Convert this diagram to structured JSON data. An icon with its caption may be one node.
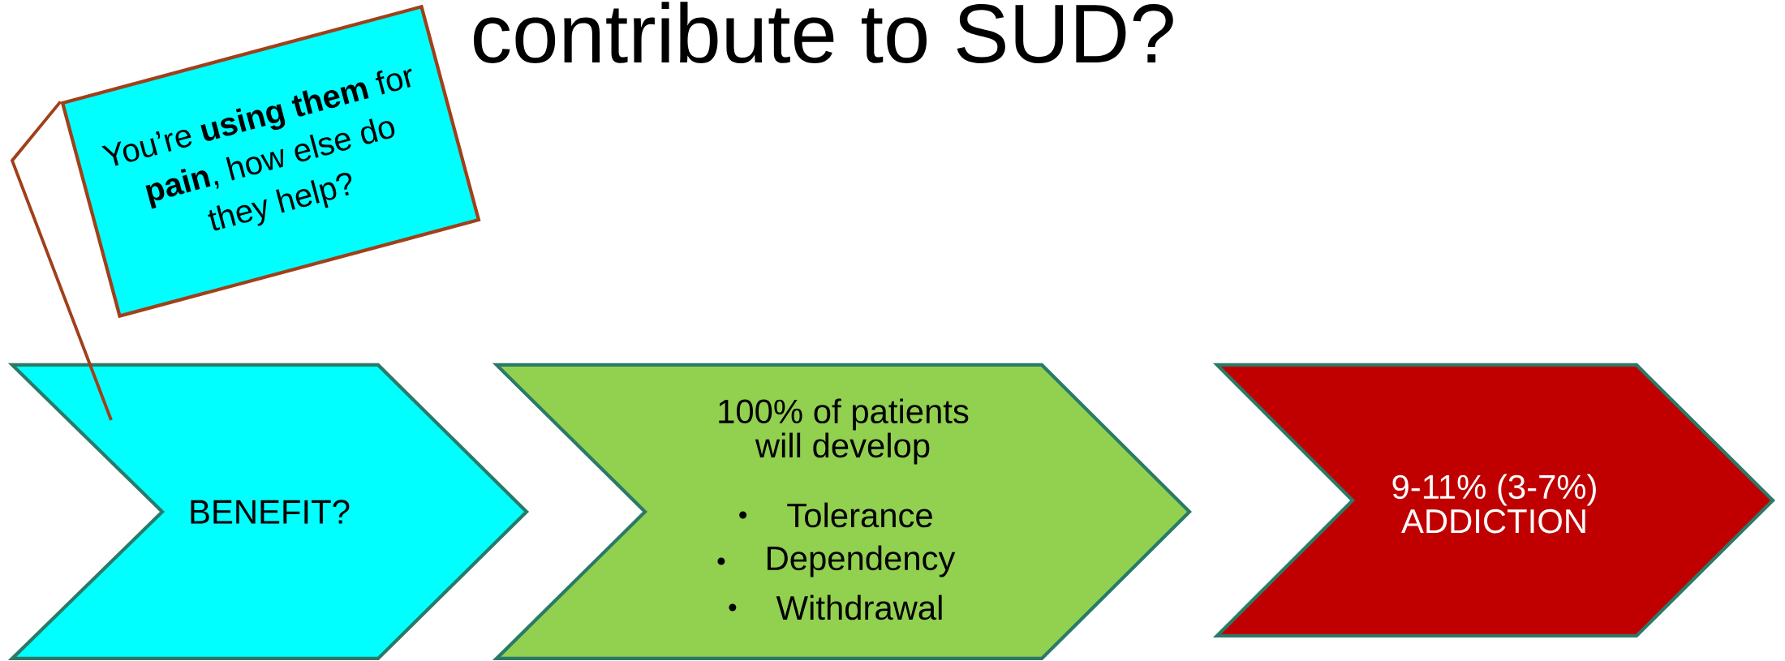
{
  "diagram": {
    "title": "contribute to SUD?",
    "nodes": [
      {
        "text": [
          "You’re **using them** for **pain**, how else do they help?"
        ]
      },
      {
        "text": [
          "BENEFIT?"
        ]
      },
      {
        "text": [
          "100% of patients will develop",
          "Tolerance",
          "Dependency",
          "Withdrawal"
        ]
      },
      {
        "text": [
          "9-11% (3-7%) ADDICTION"
        ]
      }
    ],
    "edges": [
      {
        "from": 0,
        "to": 1,
        "arrow": "none"
      }
    ]
  }
}
